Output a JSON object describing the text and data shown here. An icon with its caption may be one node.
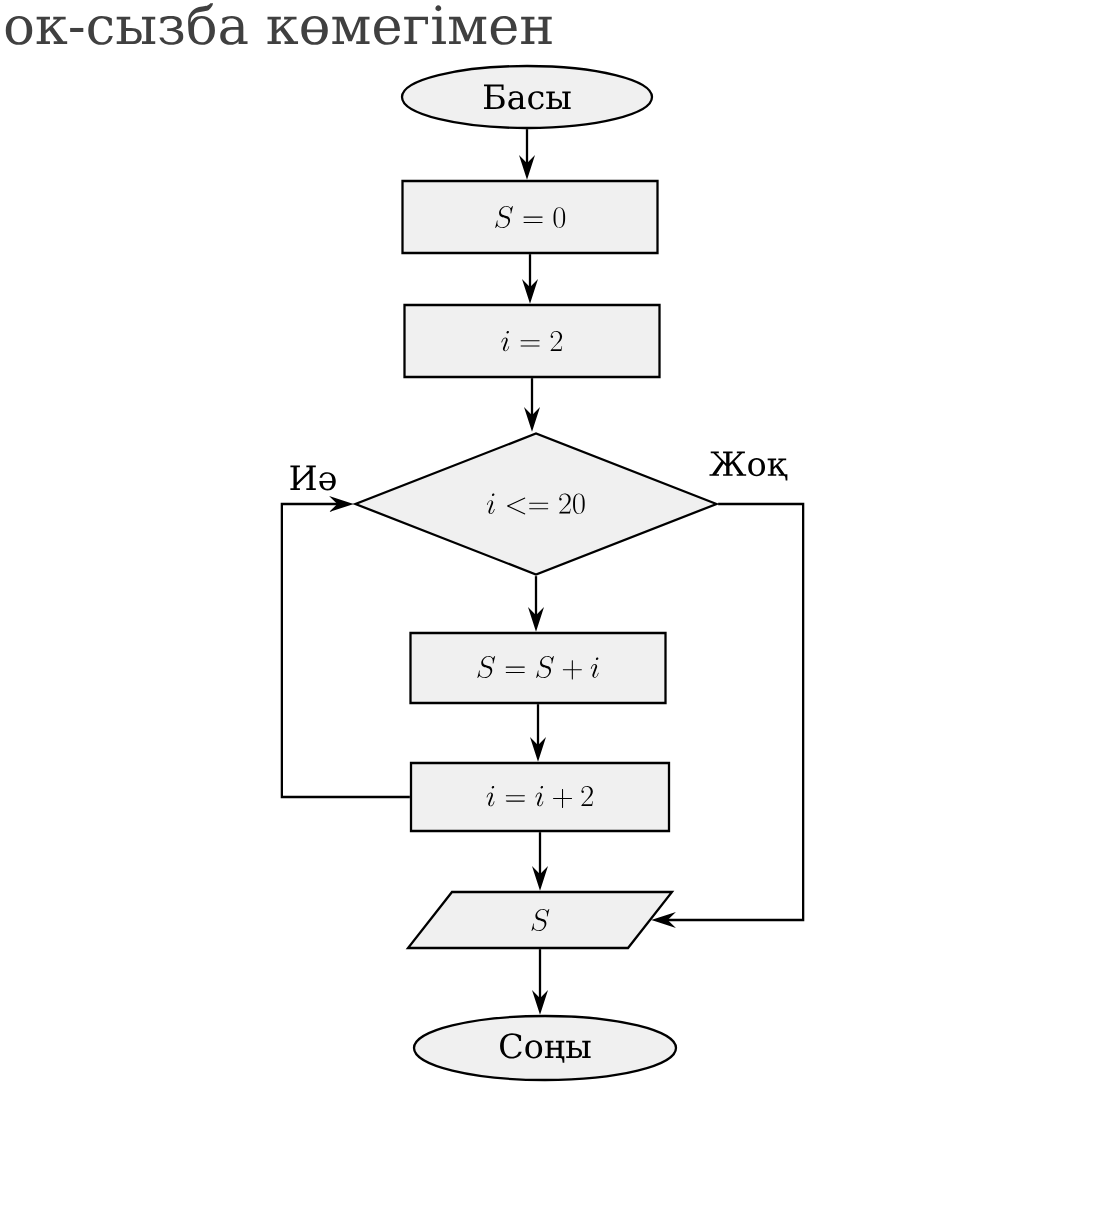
{
  "diagram": {
    "nodes": [
      {
        "text": [
          "Басы"
        ]
      },
      {
        "text": [
          "S = 0"
        ]
      },
      {
        "text": [
          "i = 2"
        ]
      },
      {
        "text": [
          "i <= 20"
        ]
      },
      {
        "text": [
          "S = S + i"
        ]
      },
      {
        "text": [
          "i = i + 2"
        ]
      },
      {
        "text": [
          "S"
        ]
      },
      {
        "text": [
          "Соңы"
        ]
      }
    ],
    "edges": [
      {
        "from": 0,
        "to": 1,
        "arrow": "to"
      },
      {
        "from": 1,
        "to": 2,
        "arrow": "to"
      },
      {
        "from": 2,
        "to": 3,
        "arrow": "to"
      },
      {
        "from": 3,
        "to": 4,
        "arrow": "to"
      },
      {
        "from": 4,
        "to": 5,
        "arrow": "to"
      },
      {
        "from": 5,
        "to": 3,
        "arrow": "to"
      },
      {
        "from": 3,
        "to": 6,
        "label": "Жоқ",
        "arrow": "to"
      },
      {
        "from": 5,
        "to": 6,
        "arrow": "to"
      },
      {
        "from": 6,
        "to": 7,
        "arrow": "to"
      }
    ],
    "labels": [
      "ок-сызба көмегімен",
      "Иә"
    ]
  }
}
